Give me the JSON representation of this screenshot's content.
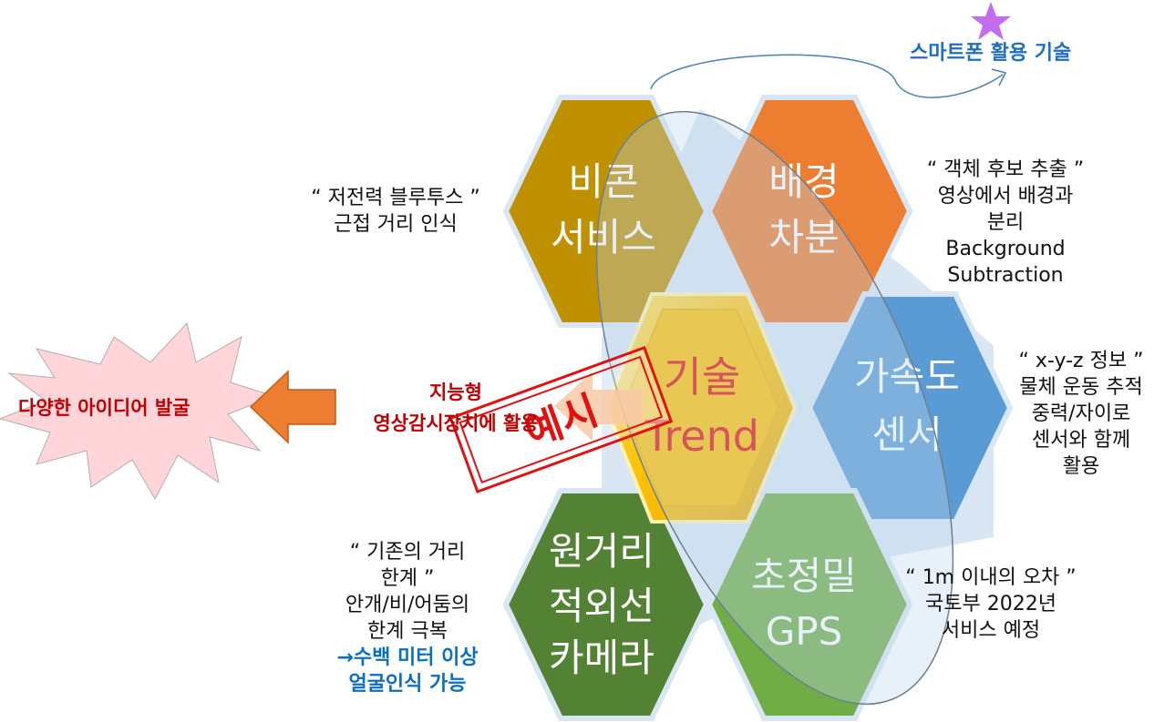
{
  "hexagons": {
    "beacon": [
      "비콘",
      "서비스"
    ],
    "background": [
      "배경",
      "차분"
    ],
    "center": [
      "기술",
      "Trend"
    ],
    "accelerometer": [
      "가속도",
      "센서"
    ],
    "infrared": [
      "원거리",
      "적외선",
      "카메라"
    ],
    "gps": [
      "초정밀",
      "GPS"
    ]
  },
  "notes": {
    "beacon": [
      "“ 저전력 블루투스 ”",
      "근접 거리 인식"
    ],
    "background": [
      "“ 객체 후보 추출 ”",
      "영상에서 배경과",
      "분리",
      "Background",
      "Subtraction"
    ],
    "accelerometer": [
      "“ x-y-z 정보 ”",
      "물체 운동 추적",
      "중력/자이로",
      "센서와 함께",
      "활용"
    ],
    "infrared_plain": [
      "“ 기존의 거리",
      "한계 ”",
      "안개/비/어둠의",
      "한계 극복"
    ],
    "infrared_highlight": [
      "→수백 미터 이상",
      "얼굴인식 가능"
    ],
    "gps": [
      "“ 1m 이내의 오차 ”",
      "국토부 2022년",
      "서비스 예정"
    ]
  },
  "smartphone_label": "스마트폰 활용 기술",
  "intelligent_cctv": [
    "지능형",
    "영상감시장치에 활용"
  ],
  "stamp_label": "예시",
  "idea_label": "다양한 아이디어 발굴",
  "colors": {
    "beacon": "#bf9000",
    "background": "#ed7d31",
    "center": "#ffc000",
    "accelerometer": "#5b9bd5",
    "infrared": "#548235",
    "gps": "#70ad47",
    "ellipse": "#bdd7ee",
    "arrow": "#ed7d31",
    "burst": "#ffd5d9",
    "stamp": "#e31010",
    "star": "#c36cf0"
  }
}
